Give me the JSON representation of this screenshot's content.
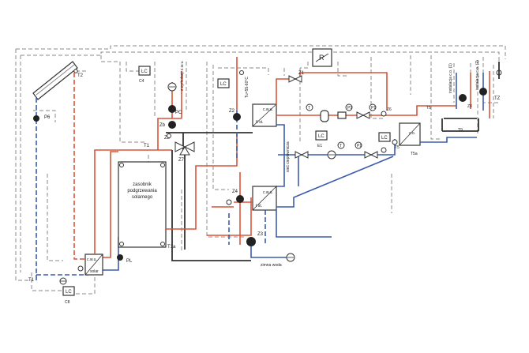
{
  "labels": {
    "tank_line1": "zasobnik",
    "tank_line2": "podgrzewania",
    "tank_line3": "solarnego",
    "regulator": "R",
    "hot_water_supply": "Tu=55-60°C",
    "cold_water": "zimna woda",
    "circulation": "z cyrkulacji c.w.u.",
    "heating_1": "instalacja c.o. (1)",
    "heating_2": "instalacja c.o. (2)",
    "dhw_network": "sieć ciepłownicza",
    "hx_solar": "solar",
    "hx_cwu_top": "c.w.u.",
    "hx_cwu_bottom": "c.w.u.",
    "hx_co": "c.o.",
    "hx_II": "II st.",
    "hx_I": "I st.",
    "lc_c4": "LC",
    "lc_mid": "LC",
    "lc_z1": "LC",
    "lc_right": "LC",
    "lc_c8": "LC",
    "t1": "T1",
    "t1a": "T1a",
    "t2": "T2",
    "t5": "T5",
    "t5a": "T5a",
    "t9": "T9",
    "tz": "TZ",
    "p6": "P6",
    "pc": "PC",
    "pl": "PL",
    "p1": "P1",
    "p2": "P2",
    "z1": "Z1",
    "z2": "Z2",
    "z3": "Z3",
    "z4": "Z4",
    "z5": "Z5",
    "z6": "Z6",
    "z7": "Z7",
    "z8": "Z8",
    "zb": "Zb",
    "c4": "C4",
    "c8": "C8",
    "e1": "E1",
    "t": "T"
  },
  "colors": {
    "supply": "#d9553a",
    "return": "#3b5cab",
    "control": "#8a8a8a"
  }
}
